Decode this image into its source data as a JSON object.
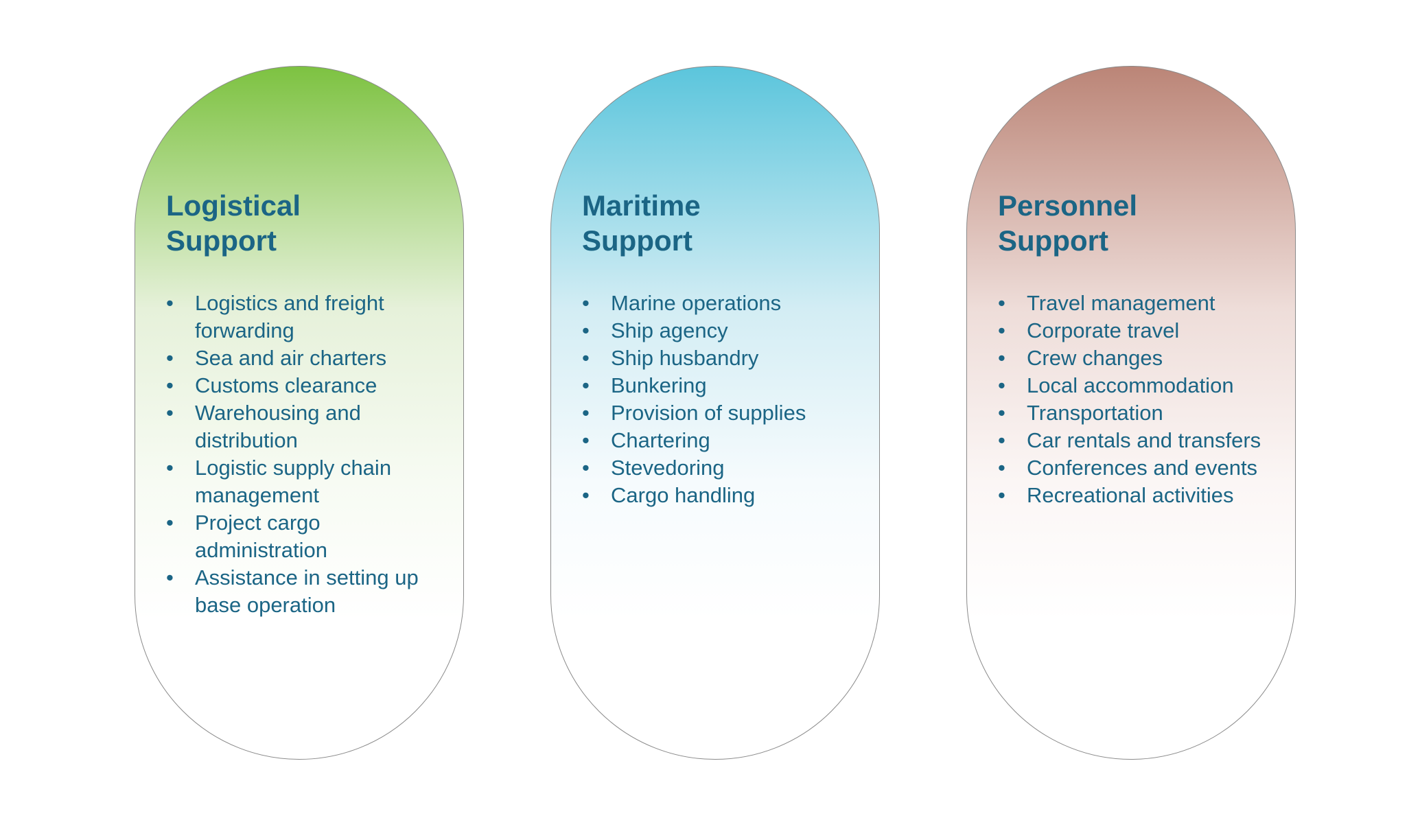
{
  "colors": {
    "text": "#1b6585",
    "green": "#7dc241",
    "blue": "#5bc5dc",
    "brown": "#bb8577"
  },
  "bullet": "•",
  "columns": [
    {
      "title_line1": "Logistical",
      "title_line2": "Support",
      "items": [
        "Logistics and freight forwarding",
        "Sea and air charters",
        "Customs clearance",
        "Warehousing and distribution",
        "Logistic supply chain management",
        "Project cargo administration",
        "Assistance in setting up base operation"
      ]
    },
    {
      "title_line1": "Maritime",
      "title_line2": "Support",
      "items": [
        "Marine operations",
        "Ship agency",
        "Ship husbandry",
        "Bunkering",
        "Provision of supplies",
        "Chartering",
        "Stevedoring",
        "Cargo handling"
      ]
    },
    {
      "title_line1": "Personnel",
      "title_line2": "Support",
      "items": [
        "Travel management",
        "Corporate travel",
        "Crew changes",
        "Local accommodation",
        "Transportation",
        "Car rentals and transfers",
        "Conferences and events",
        "Recreational activities"
      ]
    }
  ]
}
